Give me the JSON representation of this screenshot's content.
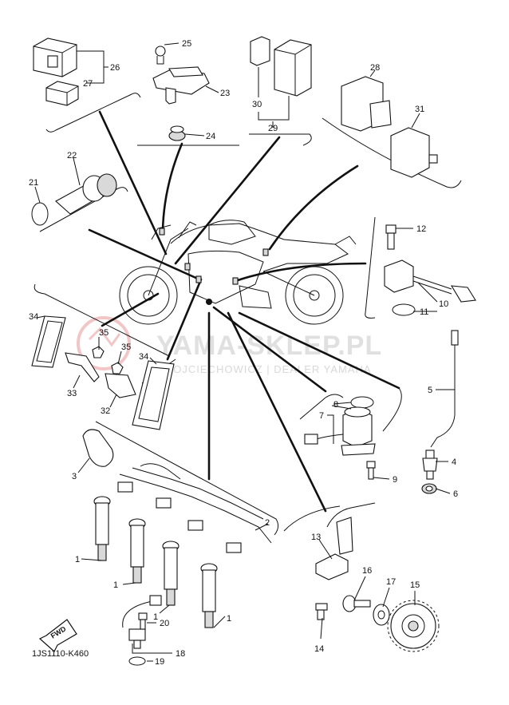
{
  "diagram_code": "1JS1110-K460",
  "watermark": {
    "brand": "YAMA-SKLEP.PL",
    "dealer": "WOJCIECHOWICZ | DEALER YAMAHA"
  },
  "fwd_label": "FWD",
  "callouts": [
    "1",
    "2",
    "3",
    "4",
    "5",
    "6",
    "7",
    "8",
    "9",
    "10",
    "11",
    "12",
    "13",
    "14",
    "15",
    "16",
    "17",
    "18",
    "19",
    "20",
    "21",
    "22",
    "23",
    "24",
    "25",
    "26",
    "27",
    "28",
    "29",
    "30",
    "31",
    "32",
    "33",
    "34",
    "35"
  ],
  "colors": {
    "ink": "#111111",
    "watermark": "#c8c8c8",
    "watermark_logo": "#e9a0a0"
  }
}
